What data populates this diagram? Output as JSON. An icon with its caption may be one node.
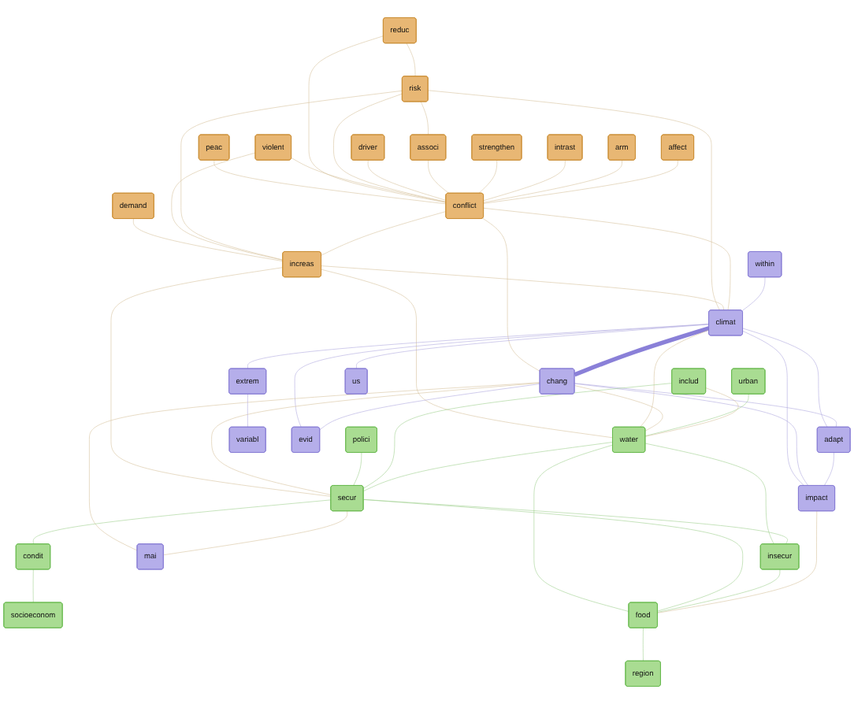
{
  "diagram": {
    "nodes": [
      {
        "text": [
          "peac"
        ]
      },
      {
        "text": [
          "demand"
        ]
      },
      {
        "text": [
          "urban"
        ]
      },
      {
        "text": [
          "reduc"
        ]
      },
      {
        "text": [
          "violent"
        ]
      },
      {
        "text": [
          "polici"
        ]
      },
      {
        "text": [
          "risk"
        ]
      },
      {
        "text": [
          "within"
        ]
      },
      {
        "text": [
          "driver"
        ]
      },
      {
        "text": [
          "condit"
        ]
      },
      {
        "text": [
          "includ"
        ]
      },
      {
        "text": [
          "associ"
        ]
      },
      {
        "text": [
          "increas"
        ]
      },
      {
        "text": [
          "water"
        ]
      },
      {
        "text": [
          "strengthen"
        ]
      },
      {
        "text": [
          "socioeconom"
        ]
      },
      {
        "text": [
          "secur"
        ]
      },
      {
        "text": [
          "conflict"
        ]
      },
      {
        "text": [
          "climat"
        ]
      },
      {
        "text": [
          "chang"
        ]
      },
      {
        "text": [
          "intrast"
        ]
      },
      {
        "text": [
          "mai"
        ]
      },
      {
        "text": [
          "adapt"
        ]
      },
      {
        "text": [
          "insecur"
        ]
      },
      {
        "text": [
          "us"
        ]
      },
      {
        "text": [
          "impact"
        ]
      },
      {
        "text": [
          "food"
        ]
      },
      {
        "text": [
          "arm"
        ]
      },
      {
        "text": [
          "extrem"
        ]
      },
      {
        "text": [
          "affect"
        ]
      },
      {
        "text": [
          "region"
        ]
      },
      {
        "text": [
          "variabl"
        ]
      },
      {
        "text": [
          "evid"
        ]
      }
    ],
    "edges": [
      {
        "from": 0,
        "to": 17,
        "arrow": "none"
      },
      {
        "from": 1,
        "to": 12,
        "arrow": "none"
      },
      {
        "from": 3,
        "to": 6,
        "arrow": "none"
      },
      {
        "from": 3,
        "to": 17,
        "arrow": "none"
      },
      {
        "from": 4,
        "to": 12,
        "arrow": "none"
      },
      {
        "from": 4,
        "to": 17,
        "arrow": "none"
      },
      {
        "from": 6,
        "to": 12,
        "arrow": "none"
      },
      {
        "from": 6,
        "to": 17,
        "arrow": "none"
      },
      {
        "from": 6,
        "to": 18,
        "arrow": "none"
      },
      {
        "from": 8,
        "to": 17,
        "arrow": "none"
      },
      {
        "from": 11,
        "to": 17,
        "arrow": "none"
      },
      {
        "from": 6,
        "to": 11,
        "arrow": "none"
      },
      {
        "from": 14,
        "to": 17,
        "arrow": "none"
      },
      {
        "from": 17,
        "to": 12,
        "arrow": "none"
      },
      {
        "from": 12,
        "to": 18,
        "arrow": "none"
      },
      {
        "from": 12,
        "to": 13,
        "arrow": "none"
      },
      {
        "from": 12,
        "to": 16,
        "arrow": "none"
      },
      {
        "from": 17,
        "to": 18,
        "arrow": "none"
      },
      {
        "from": 17,
        "to": 19,
        "arrow": "none"
      },
      {
        "from": 20,
        "to": 17,
        "arrow": "none"
      },
      {
        "from": 27,
        "to": 17,
        "arrow": "none"
      },
      {
        "from": 29,
        "to": 17,
        "arrow": "none"
      },
      {
        "from": 18,
        "to": 19,
        "arrow": "none",
        "style": "thick",
        "color": "#8a80d8"
      },
      {
        "from": 7,
        "to": 18,
        "arrow": "none",
        "color": "#b0aadf"
      },
      {
        "from": 18,
        "to": 24,
        "arrow": "none",
        "color": "#b0aadf"
      },
      {
        "from": 18,
        "to": 22,
        "arrow": "none",
        "color": "#b0aadf"
      },
      {
        "from": 18,
        "to": 28,
        "arrow": "none",
        "color": "#b0aadf"
      },
      {
        "from": 18,
        "to": 25,
        "arrow": "none",
        "color": "#b0aadf"
      },
      {
        "from": 18,
        "to": 32,
        "arrow": "none",
        "color": "#b0aadf"
      },
      {
        "from": 18,
        "to": 13,
        "arrow": "none"
      },
      {
        "from": 19,
        "to": 22,
        "arrow": "none",
        "color": "#b0aadf"
      },
      {
        "from": 19,
        "to": 25,
        "arrow": "none",
        "color": "#b0aadf"
      },
      {
        "from": 19,
        "to": 32,
        "arrow": "none",
        "color": "#b0aadf"
      },
      {
        "from": 19,
        "to": 16,
        "arrow": "none"
      },
      {
        "from": 19,
        "to": 13,
        "arrow": "none"
      },
      {
        "from": 19,
        "to": 21,
        "arrow": "none"
      },
      {
        "from": 22,
        "to": 25,
        "arrow": "none",
        "color": "#b0aadf"
      },
      {
        "from": 28,
        "to": 31,
        "arrow": "none",
        "color": "#b0aadf"
      },
      {
        "from": 2,
        "to": 13,
        "arrow": "none",
        "color": "#9fd08f"
      },
      {
        "from": 5,
        "to": 16,
        "arrow": "none",
        "color": "#9fd08f"
      },
      {
        "from": 10,
        "to": 16,
        "arrow": "none",
        "color": "#9fd08f"
      },
      {
        "from": 10,
        "to": 13,
        "arrow": "none"
      },
      {
        "from": 16,
        "to": 9,
        "arrow": "none",
        "color": "#9fd08f"
      },
      {
        "from": 9,
        "to": 15,
        "arrow": "none",
        "color": "#9fd08f"
      },
      {
        "from": 13,
        "to": 16,
        "arrow": "none",
        "color": "#9fd08f"
      },
      {
        "from": 13,
        "to": 23,
        "arrow": "none",
        "color": "#9fd08f"
      },
      {
        "from": 13,
        "to": 26,
        "arrow": "none",
        "color": "#9fd08f"
      },
      {
        "from": 16,
        "to": 26,
        "arrow": "none",
        "color": "#9fd08f"
      },
      {
        "from": 16,
        "to": 23,
        "arrow": "none",
        "color": "#9fd08f"
      },
      {
        "from": 16,
        "to": 21,
        "arrow": "none"
      },
      {
        "from": 23,
        "to": 26,
        "arrow": "none",
        "color": "#9fd08f"
      },
      {
        "from": 25,
        "to": 26,
        "arrow": "none"
      },
      {
        "from": 26,
        "to": 30,
        "arrow": "none",
        "color": "#9fd08f"
      }
    ]
  }
}
